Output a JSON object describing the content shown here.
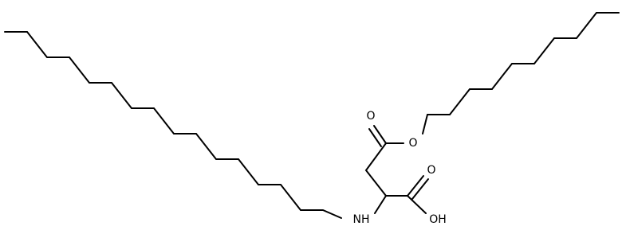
{
  "structure": {
    "atoms": [
      {
        "id": "carbonyl_O_ester",
        "label": "O"
      },
      {
        "id": "ester_O",
        "label": "O"
      },
      {
        "id": "acid_O",
        "label": "O"
      },
      {
        "id": "hydroxyl",
        "label": "OH"
      },
      {
        "id": "amine",
        "label": "NH"
      }
    ],
    "colors": {
      "bond": "#000000",
      "background": "#ffffff",
      "text": "#000000"
    }
  }
}
